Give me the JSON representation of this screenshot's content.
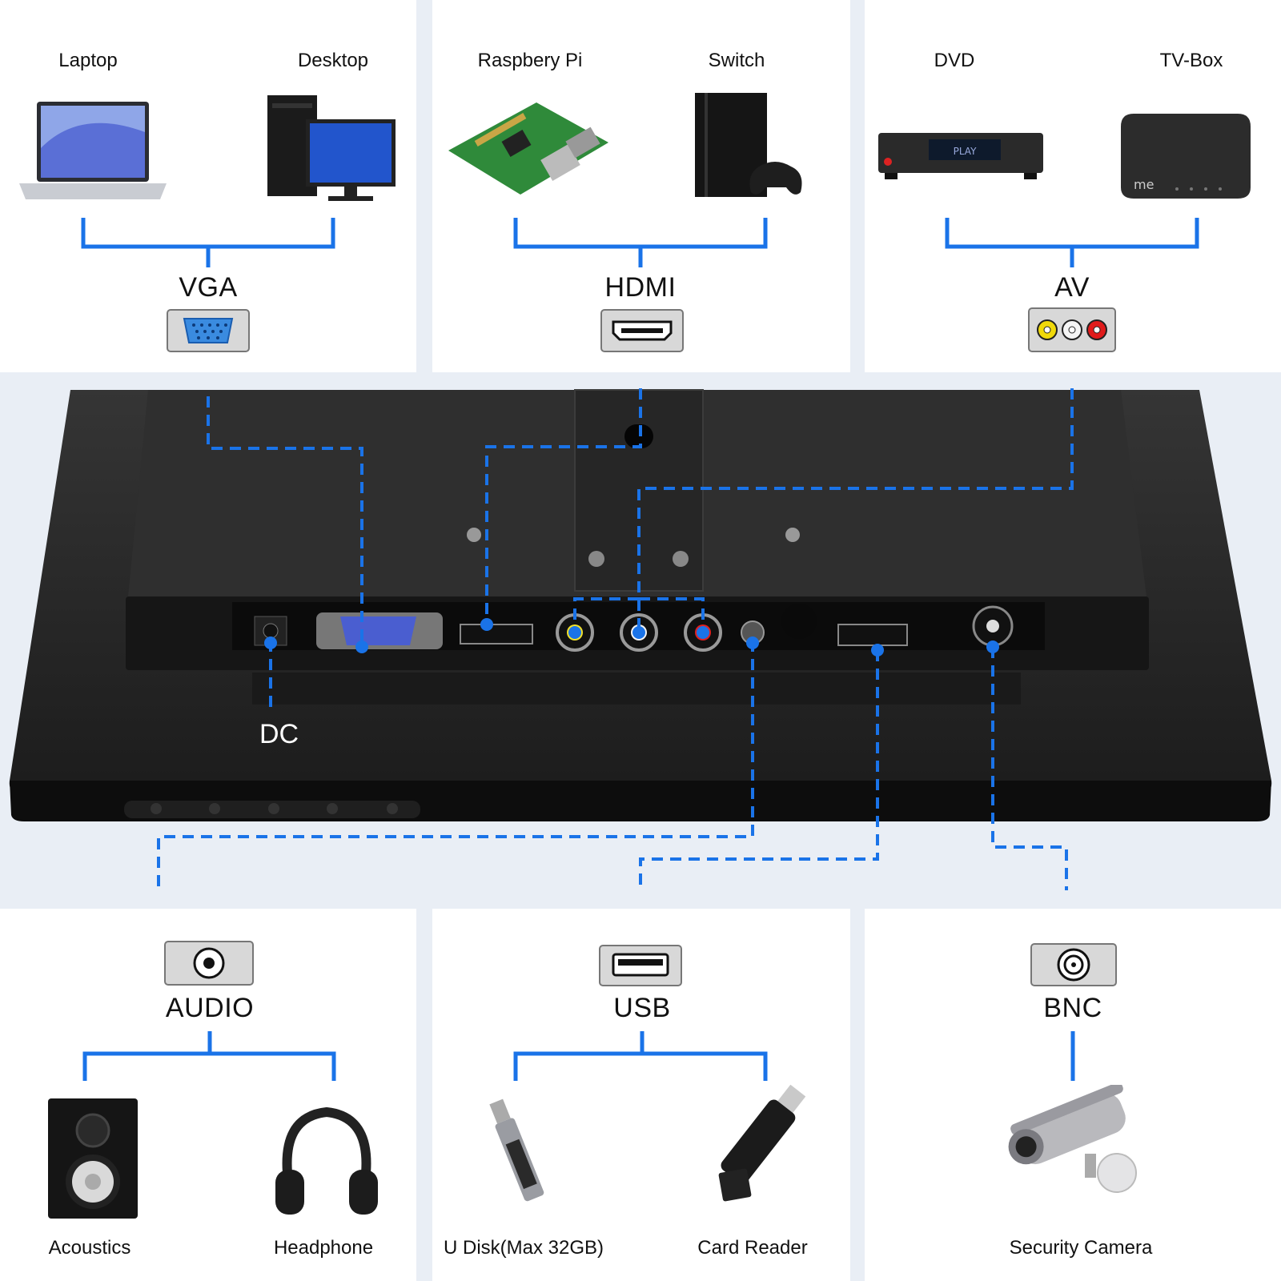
{
  "colors": {
    "accent": "#1a73e8",
    "panel": "#ffffff",
    "background": "#e9eef5",
    "monitor": "#2a2a2a"
  },
  "top": [
    {
      "port": "VGA",
      "icon": "vga-port-icon",
      "devices": [
        "Laptop",
        "Desktop"
      ]
    },
    {
      "port": "HDMI",
      "icon": "hdmi-port-icon",
      "devices": [
        "Raspbery Pi",
        "Switch"
      ]
    },
    {
      "port": "AV",
      "icon": "av-rca-port-icon",
      "devices": [
        "DVD",
        "TV-Box"
      ]
    }
  ],
  "monitor": {
    "dc_label": "DC"
  },
  "bottom": [
    {
      "port": "AUDIO",
      "icon": "audio-jack-icon",
      "devices": [
        "Acoustics",
        "Headphone"
      ]
    },
    {
      "port": "USB",
      "icon": "usb-port-icon",
      "devices": [
        "U Disk(Max 32GB)",
        "Card Reader"
      ]
    },
    {
      "port": "BNC",
      "icon": "bnc-port-icon",
      "devices": [
        "Security Camera"
      ]
    }
  ],
  "device_images": {
    "dvd_screen_text": "PLAY",
    "tvbox_logo": "me"
  }
}
